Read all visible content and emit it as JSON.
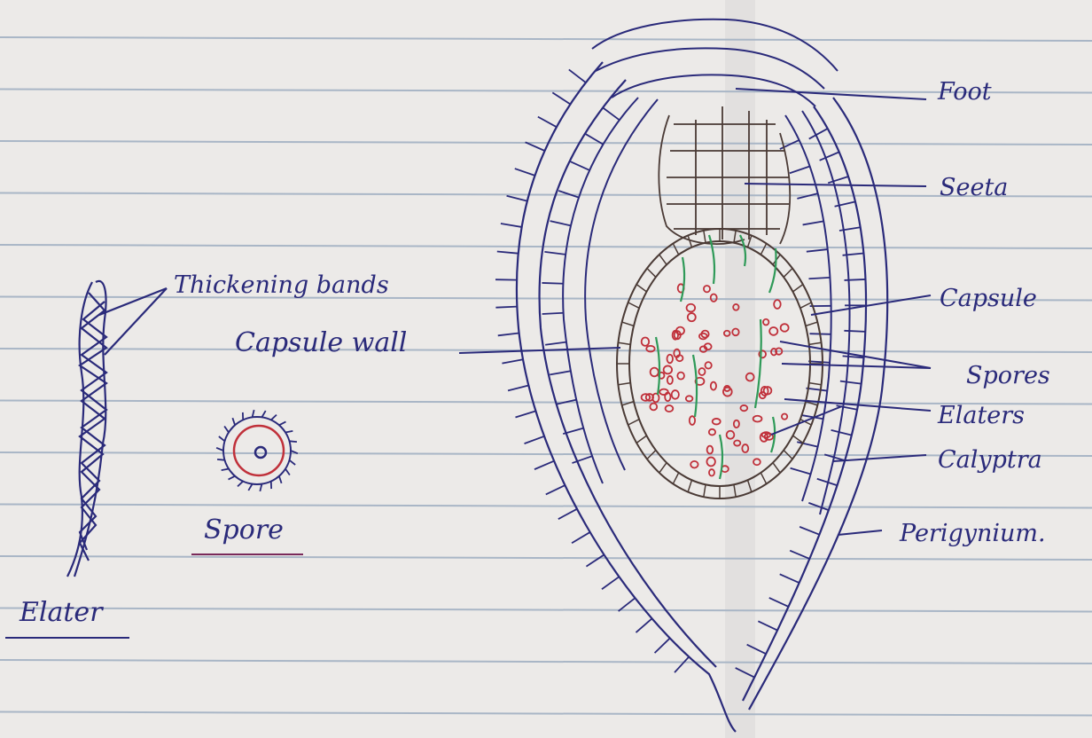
{
  "colors": {
    "paper": "#eceae8",
    "rule_line": "#a9b6c6",
    "ink_blue": "#2a2a7a",
    "ink_brown": "#4a3a35",
    "ink_red": "#c0303a",
    "ink_green": "#2f9a58",
    "fold_shadow": "#d9d7d6"
  },
  "labels": {
    "foot": "Foot",
    "seta": "Seeta",
    "capsule": "Capsule",
    "spores": "Spores",
    "elaters": "Elaters",
    "calyptra": "Calyptra",
    "perigynium": "Perigynium.",
    "capsule_wall": "Capsule wall",
    "thickening_bands": "Thickening bands"
  },
  "captions": {
    "elater": "Elater",
    "spore": "Spore"
  }
}
